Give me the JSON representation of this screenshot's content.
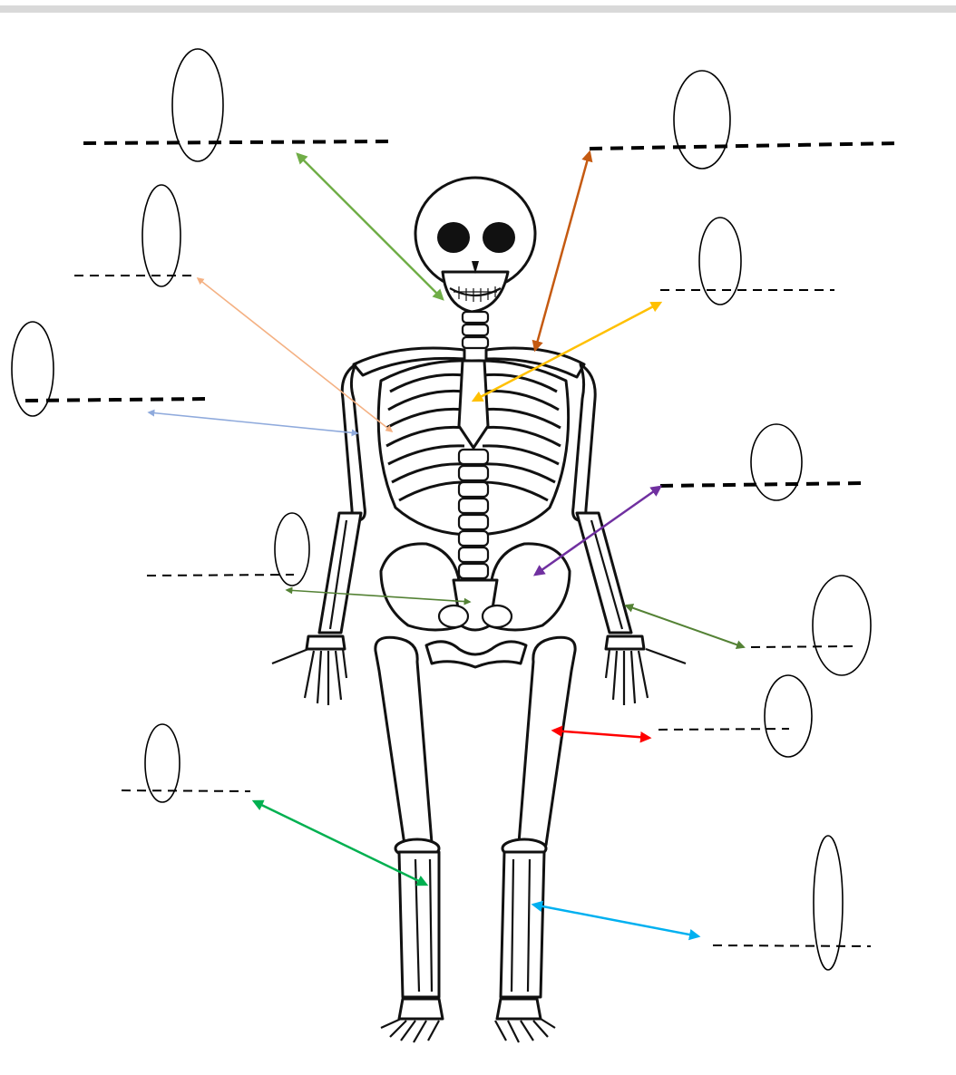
{
  "diagram": {
    "topbar_color": "#d9d9d9",
    "blank_labels": [
      {
        "name": "skull-label",
        "side": "left"
      },
      {
        "name": "clavicle-label",
        "side": "right"
      },
      {
        "name": "ribs-label",
        "side": "left"
      },
      {
        "name": "sternum-label",
        "side": "right"
      },
      {
        "name": "humerus-label",
        "side": "left"
      },
      {
        "name": "pelvis-label",
        "side": "right"
      },
      {
        "name": "spine-label",
        "side": "left"
      },
      {
        "name": "radius-ulna-label",
        "side": "right"
      },
      {
        "name": "femur-label",
        "side": "right"
      },
      {
        "name": "tibia-fibula-left-label",
        "side": "left"
      },
      {
        "name": "tibia-fibula-right-label",
        "side": "right"
      }
    ],
    "arrow_colors": {
      "skull": "#70ad47",
      "clavicle": "#c55a11",
      "ribs": "#f4b183",
      "sternum": "#ffc000",
      "humerus": "#8faadc",
      "pelvis": "#7030a0",
      "spine": "#548235",
      "radius_ulna": "#548235",
      "femur": "#ff0000",
      "tibia_left": "#00b050",
      "tibia_right": "#00b0f0"
    }
  }
}
